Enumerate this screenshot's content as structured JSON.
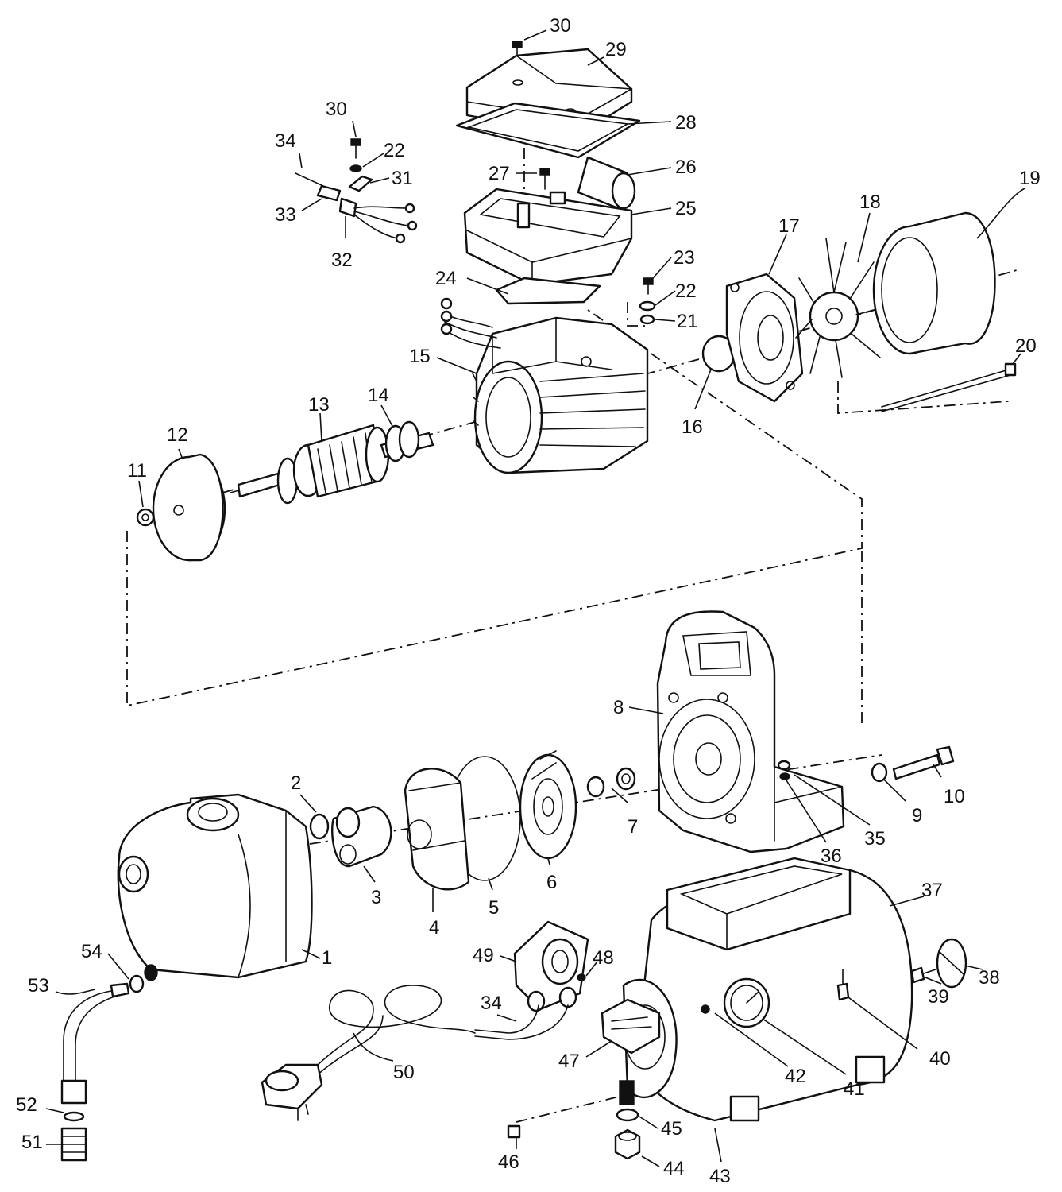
{
  "diagram": {
    "colors": {
      "ink": "#111111",
      "paper": "#ffffff"
    },
    "callouts": [
      {
        "id": "c30a",
        "text": "30"
      },
      {
        "id": "c29",
        "text": "29"
      },
      {
        "id": "c28",
        "text": "28"
      },
      {
        "id": "c30b",
        "text": "30"
      },
      {
        "id": "c34a",
        "text": "34"
      },
      {
        "id": "c22a",
        "text": "22"
      },
      {
        "id": "c31",
        "text": "31"
      },
      {
        "id": "c27",
        "text": "27"
      },
      {
        "id": "c26",
        "text": "26"
      },
      {
        "id": "c33",
        "text": "33"
      },
      {
        "id": "c25",
        "text": "25"
      },
      {
        "id": "c19",
        "text": "19"
      },
      {
        "id": "c18",
        "text": "18"
      },
      {
        "id": "c17",
        "text": "17"
      },
      {
        "id": "c32",
        "text": "32"
      },
      {
        "id": "c23",
        "text": "23"
      },
      {
        "id": "c24",
        "text": "24"
      },
      {
        "id": "c22b",
        "text": "22"
      },
      {
        "id": "c21",
        "text": "21"
      },
      {
        "id": "c20",
        "text": "20"
      },
      {
        "id": "c15",
        "text": "15"
      },
      {
        "id": "c14",
        "text": "14"
      },
      {
        "id": "c13",
        "text": "13"
      },
      {
        "id": "c16",
        "text": "16"
      },
      {
        "id": "c12",
        "text": "12"
      },
      {
        "id": "c11",
        "text": "11"
      },
      {
        "id": "c8",
        "text": "8"
      },
      {
        "id": "c2",
        "text": "2"
      },
      {
        "id": "c10",
        "text": "10"
      },
      {
        "id": "c7",
        "text": "7"
      },
      {
        "id": "c9",
        "text": "9"
      },
      {
        "id": "c35",
        "text": "35"
      },
      {
        "id": "c6",
        "text": "6"
      },
      {
        "id": "c36",
        "text": "36"
      },
      {
        "id": "c3",
        "text": "3"
      },
      {
        "id": "c5",
        "text": "5"
      },
      {
        "id": "c4",
        "text": "4"
      },
      {
        "id": "c37",
        "text": "37"
      },
      {
        "id": "c1",
        "text": "1"
      },
      {
        "id": "c49",
        "text": "49"
      },
      {
        "id": "c48",
        "text": "48"
      },
      {
        "id": "c38",
        "text": "38"
      },
      {
        "id": "c54",
        "text": "54"
      },
      {
        "id": "c39",
        "text": "39"
      },
      {
        "id": "c53",
        "text": "53"
      },
      {
        "id": "c34b",
        "text": "34"
      },
      {
        "id": "c40",
        "text": "40"
      },
      {
        "id": "c47",
        "text": "47"
      },
      {
        "id": "c50",
        "text": "50"
      },
      {
        "id": "c42",
        "text": "42"
      },
      {
        "id": "c41",
        "text": "41"
      },
      {
        "id": "c52",
        "text": "52"
      },
      {
        "id": "c51",
        "text": "51"
      },
      {
        "id": "c46",
        "text": "46"
      },
      {
        "id": "c45",
        "text": "45"
      },
      {
        "id": "c43",
        "text": "43"
      },
      {
        "id": "c44",
        "text": "44"
      }
    ]
  }
}
